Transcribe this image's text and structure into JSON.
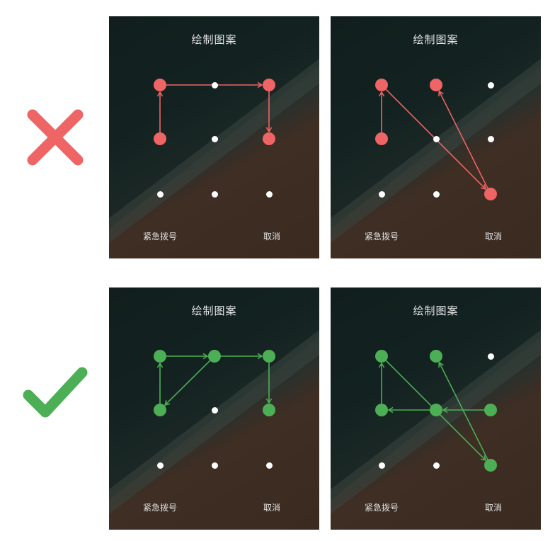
{
  "colors": {
    "wrong": "#ef6464",
    "right": "#4caf55",
    "idle_dot": "#ffffff"
  },
  "rows": [
    {
      "verdict_icon": "cross-icon",
      "state": "bad",
      "panels": [
        {
          "title": "绘制图案",
          "emergency_label": "紧急拨号",
          "cancel_label": "取消",
          "selected_nodes": [
            1,
            3,
            6,
            4
          ],
          "path": [
            [
              4,
              1
            ],
            [
              1,
              3
            ],
            [
              3,
              6
            ]
          ]
        },
        {
          "title": "绘制图案",
          "emergency_label": "紧急拨号",
          "cancel_label": "取消",
          "selected_nodes": [
            1,
            2,
            4,
            9
          ],
          "path": [
            [
              4,
              1
            ],
            [
              1,
              9
            ],
            [
              9,
              2
            ]
          ]
        }
      ]
    },
    {
      "verdict_icon": "check-icon",
      "state": "good",
      "panels": [
        {
          "title": "绘制图案",
          "emergency_label": "紧急拨号",
          "cancel_label": "取消",
          "selected_nodes": [
            1,
            2,
            3,
            4,
            6
          ],
          "path": [
            [
              4,
              1
            ],
            [
              1,
              2
            ],
            [
              2,
              3
            ],
            [
              3,
              6
            ],
            [
              2,
              4
            ]
          ]
        },
        {
          "title": "绘制图案",
          "emergency_label": "紧急拨号",
          "cancel_label": "取消",
          "selected_nodes": [
            1,
            2,
            4,
            5,
            6,
            9
          ],
          "path": [
            [
              4,
              1
            ],
            [
              1,
              9
            ],
            [
              9,
              2
            ],
            [
              6,
              5
            ],
            [
              5,
              4
            ]
          ]
        }
      ]
    }
  ]
}
